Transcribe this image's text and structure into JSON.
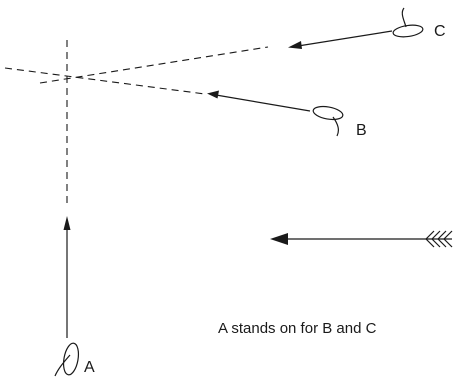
{
  "vessels": {
    "a": {
      "label": "A"
    },
    "b": {
      "label": "B"
    },
    "c": {
      "label": "C"
    }
  },
  "caption": "A stands on for B and C",
  "wind_icon": "wind-arrow-icon",
  "vessel_icon": "sailboat-hull-icon"
}
